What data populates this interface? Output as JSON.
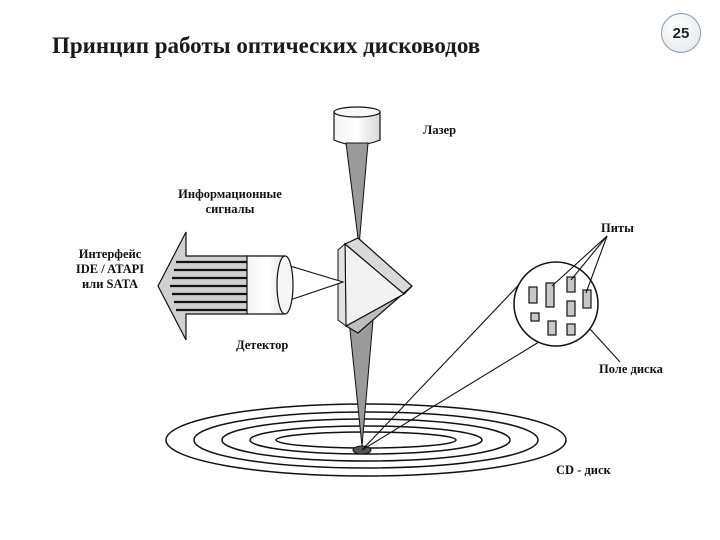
{
  "slide": {
    "title": "Принцип работы оптических дисководов",
    "page_number": "25"
  },
  "labels": {
    "laser": "Лазер",
    "info_signals_line1": "Информационные",
    "info_signals_line2": "сигналы",
    "interface_line1": "Интерфейс",
    "interface_line2": "IDE / ATAPI",
    "interface_line3": "или SATA",
    "detector": "Детектор",
    "pits": "Питы",
    "disc_field": "Поле диска",
    "cd_disc": "CD - диск"
  },
  "colors": {
    "beam_gray": "#9a9a9a",
    "fill_light": "#d9d9d9",
    "fill_mid": "#bdbdbd",
    "line": "#111111"
  }
}
